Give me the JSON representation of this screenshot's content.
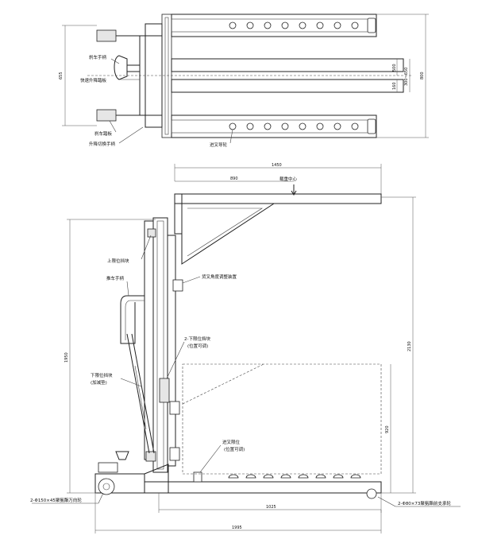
{
  "top_view": {
    "labels": {
      "brake_handle": "刹车手柄",
      "quick_lift_pedal": "快速升降踏板",
      "brake_pedal": "刹车踏板",
      "lift_switch_handle": "升降切换手柄",
      "fork_guide_wheel": "进叉导轮"
    },
    "dims": {
      "overall_width": "655",
      "right_overall": "800",
      "fork_span": "300~650",
      "fork_width": "160",
      "fork_pos": "500"
    }
  },
  "side_view": {
    "labels": {
      "load_center": "载重中心",
      "upper_stop": "上限位挡块",
      "push_handle": "推车手柄",
      "fork_angle_adjust": "货叉角度调整装置",
      "lower_stop_1": "2-下限位挡块",
      "lower_stop_2": "(位置可调)",
      "lower_stop_left_1": "下限位挡块",
      "lower_stop_left_2": "(加减垫)",
      "fork_limit_1": "进叉限位",
      "fork_limit_2": "(位置可调)",
      "caster_left": "2-Φ150×45聚氨酯万向轮",
      "caster_right": "2-Φ80×73聚氨酯前支承轮"
    },
    "dims": {
      "top_span": "1450",
      "load_center_dist": "890",
      "total_height": "2130",
      "mast_height": "1950",
      "fork_height": "920",
      "fork_length": "1025",
      "total_length": "1995"
    }
  }
}
